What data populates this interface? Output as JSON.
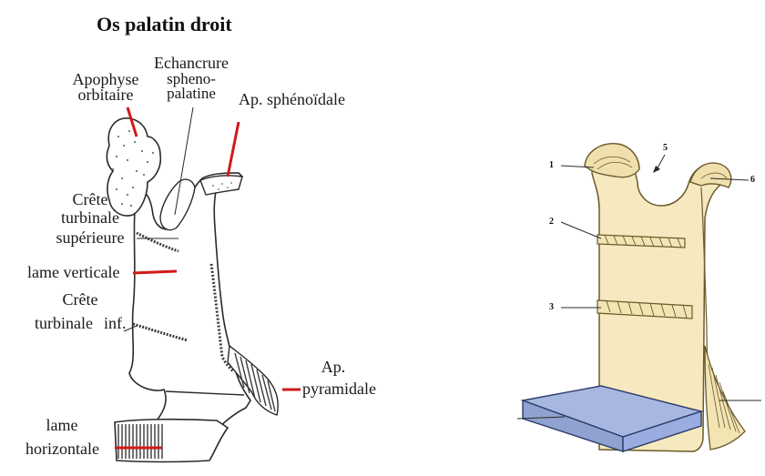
{
  "left_figure": {
    "title": "Os palatin droit",
    "labels": {
      "apophyse_orbitaire_1": "Apophyse",
      "apophyse_orbitaire_2": "orbitaire",
      "echancrure_1": "Echancrure",
      "echancrure_2": "spheno-",
      "echancrure_3": "palatine",
      "ap_sphenoidale": "Ap. sphénoïdale",
      "crete_sup_1": "Crête",
      "crete_sup_2": "turbinale",
      "crete_sup_3": "supérieure",
      "lame_verticale": "lame verticale",
      "crete_inf_1": "Crête",
      "crete_inf_2": "turbinale",
      "crete_inf_3": "inf.",
      "ap_pyramidale_1": "Ap.",
      "ap_pyramidale_2": "pyramidale",
      "lame_horizontale_1": "lame",
      "lame_horizontale_2": "horizontale"
    },
    "colors": {
      "pointer": "#d11a1a",
      "bone_outline": "#2a2a2a",
      "bone_fill": "#ffffff",
      "hatch": "#3a3a3a"
    }
  },
  "right_figure": {
    "numbers": [
      "1",
      "2",
      "3",
      "5",
      "6"
    ],
    "colors": {
      "bone_fill": "#f6e9bf",
      "bone_stroke": "#6b5a2c",
      "horizontal_plate": "#a7b7df",
      "horizontal_stroke": "#2c3c6a"
    }
  }
}
